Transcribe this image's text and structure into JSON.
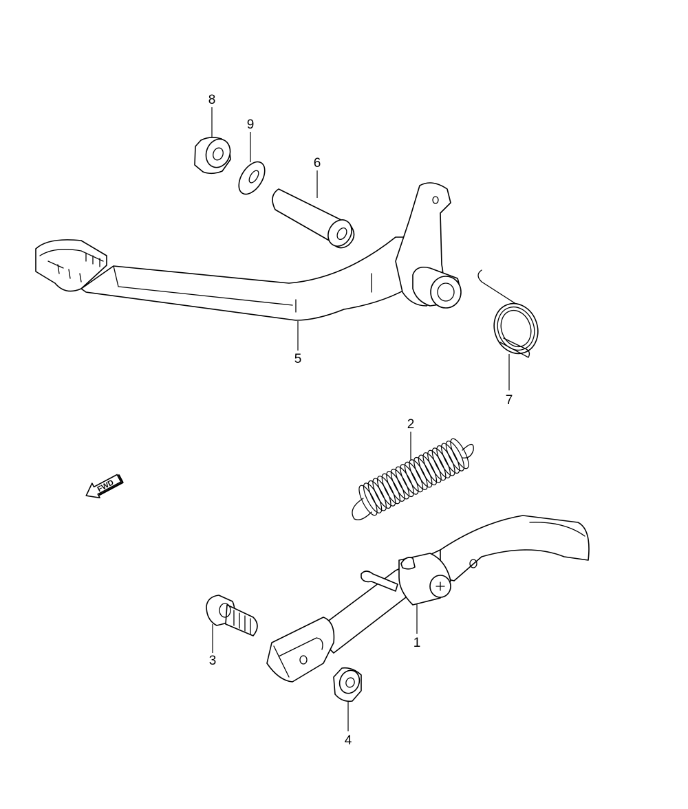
{
  "callouts": [
    {
      "id": "part-1",
      "label": "1"
    },
    {
      "id": "part-2",
      "label": "2"
    },
    {
      "id": "part-3",
      "label": "3"
    },
    {
      "id": "part-4",
      "label": "4"
    },
    {
      "id": "part-5",
      "label": "5"
    },
    {
      "id": "part-6",
      "label": "6"
    },
    {
      "id": "part-7",
      "label": "7"
    },
    {
      "id": "part-8",
      "label": "8"
    },
    {
      "id": "part-9",
      "label": "9"
    }
  ],
  "direction_arrow": {
    "label": "FWD",
    "icon": "forward-arrow-icon"
  }
}
